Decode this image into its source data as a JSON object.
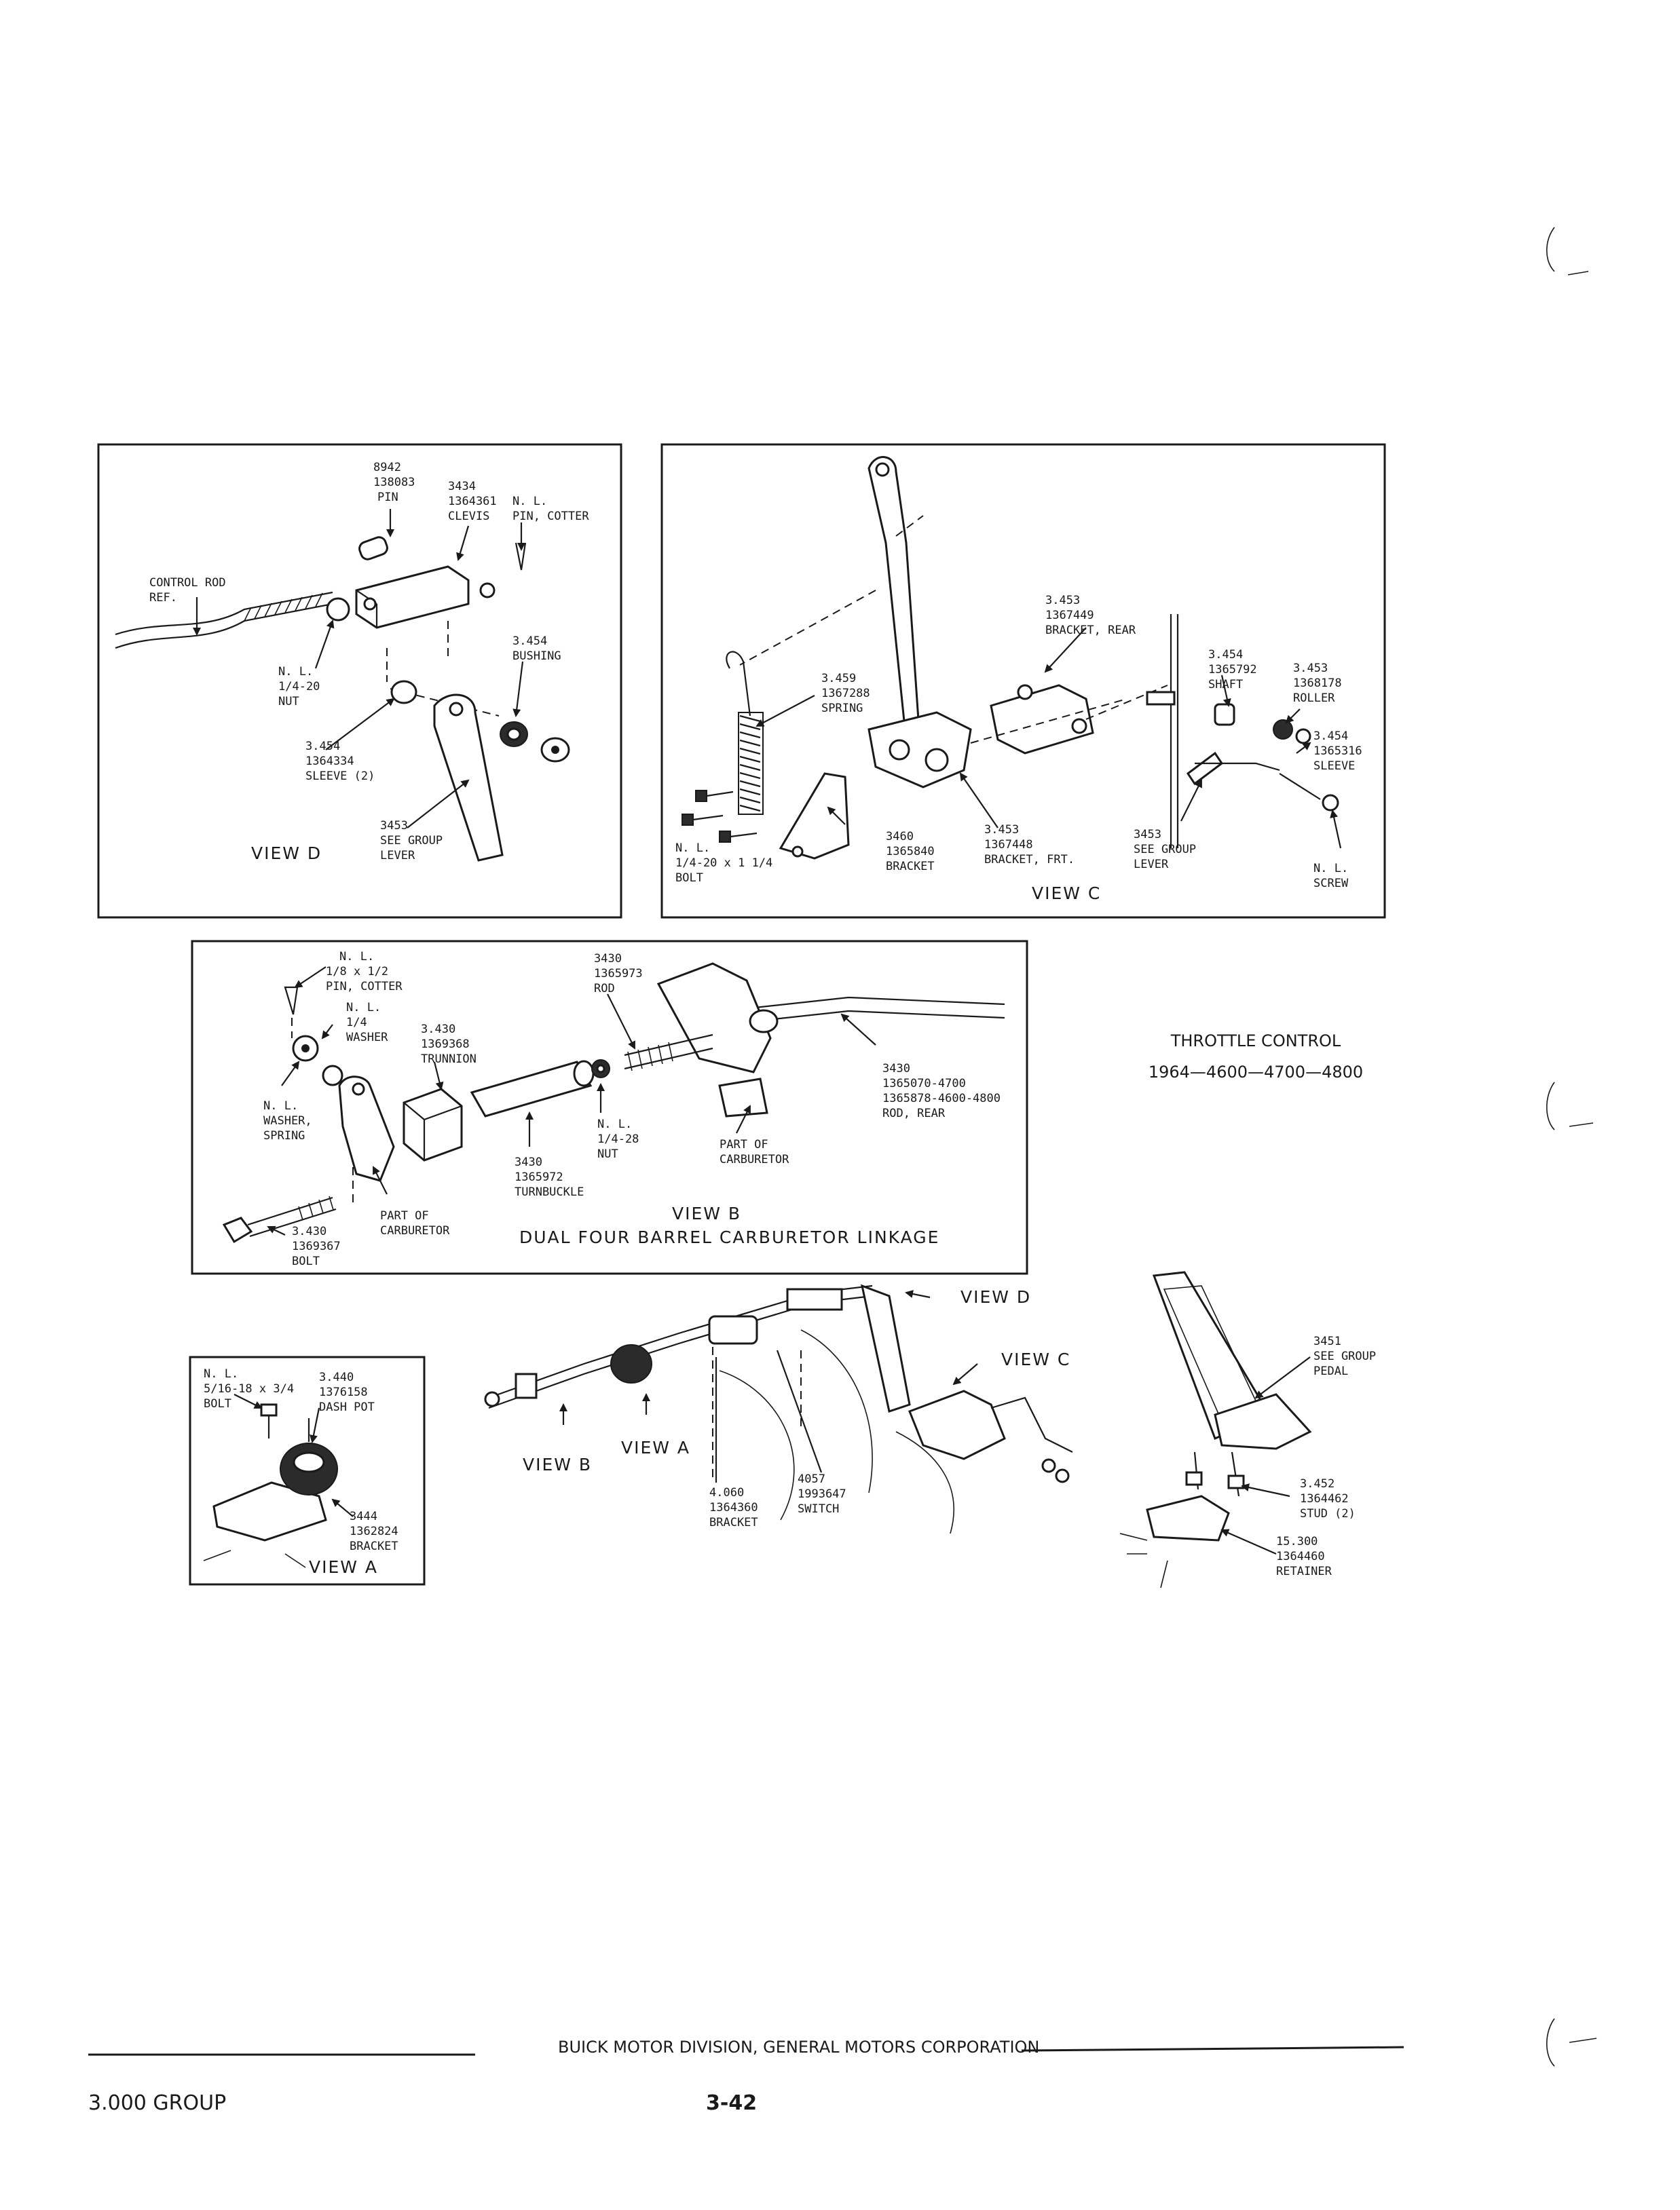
{
  "title_block": {
    "line1": "THROTTLE CONTROL",
    "line2": "1964—4600—4700—4800"
  },
  "view_d": {
    "title": "VIEW D",
    "labels": [
      [
        "8942",
        "138083",
        "PIN"
      ],
      [
        "3434",
        "1364361",
        "CLEVIS"
      ],
      [
        "N. L.",
        "PIN, COTTER"
      ],
      [
        "CONTROL ROD",
        "REF."
      ],
      [
        "3.454",
        "BUSHING"
      ],
      [
        "N. L.",
        "1/4-20",
        "NUT"
      ],
      [
        "3.454",
        "1364334",
        "SLEEVE (2)"
      ],
      [
        "3453",
        "SEE GROUP",
        "LEVER"
      ]
    ]
  },
  "view_c": {
    "title": "VIEW C",
    "labels": [
      [
        "3.453",
        "1367449",
        "BRACKET, REAR"
      ],
      [
        "3.459",
        "1367288",
        "SPRING"
      ],
      [
        "3.454",
        "1365792",
        "SHAFT"
      ],
      [
        "3.453",
        "1368178",
        "ROLLER"
      ],
      [
        "3.454",
        "1365316",
        "SLEEVE"
      ],
      [
        "N. L.",
        "1/4-20 x 1 1/4",
        "BOLT"
      ],
      [
        "3460",
        "1365840",
        "BRACKET"
      ],
      [
        "3.453",
        "1367448",
        "BRACKET, FRT."
      ],
      [
        "3453",
        "SEE GROUP",
        "LEVER"
      ],
      [
        "N. L.",
        "SCREW"
      ]
    ]
  },
  "view_b": {
    "title": "VIEW B",
    "subtitle": "DUAL FOUR BARREL CARBURETOR LINKAGE",
    "labels": [
      [
        "N. L.",
        "1/8 x 1/2",
        "PIN, COTTER"
      ],
      [
        "N. L.",
        "1/4",
        "WASHER"
      ],
      [
        "3.430",
        "1369368",
        "TRUNNION"
      ],
      [
        "N. L.",
        "WASHER,",
        "SPRING"
      ],
      [
        "3430",
        "1365973",
        "ROD"
      ],
      [
        "3430",
        "1365070-4700",
        "1365878-4600-4800",
        "ROD, REAR"
      ],
      [
        "N. L.",
        "1/4-28",
        "NUT"
      ],
      [
        "PART OF",
        "CARBURETOR"
      ],
      [
        "3430",
        "1365972",
        "TURNBUCKLE"
      ],
      [
        "PART OF",
        "CARBURETOR"
      ],
      [
        "3.430",
        "1369367",
        "BOLT"
      ]
    ]
  },
  "view_a": {
    "title": "VIEW A",
    "labels": [
      [
        "N. L.",
        "5/16-18 x 3/4",
        "BOLT"
      ],
      [
        "3.440",
        "1376158",
        "DASH POT"
      ],
      [
        "3444",
        "1362824",
        "BRACKET"
      ]
    ]
  },
  "overview": {
    "view_d": "VIEW D",
    "view_c": "VIEW C",
    "view_b": "VIEW B",
    "view_a": "VIEW A",
    "labels": [
      [
        "4.060",
        "1364360",
        "BRACKET"
      ],
      [
        "4057",
        "1993647",
        "SWITCH"
      ]
    ]
  },
  "pedal": {
    "labels": [
      [
        "3451",
        "SEE GROUP",
        "PEDAL"
      ],
      [
        "3.452",
        "1364462",
        "STUD (2)"
      ],
      [
        "15.300",
        "1364460",
        "RETAINER"
      ]
    ]
  },
  "footer": {
    "company": "BUICK MOTOR DIVISION, GENERAL MOTORS CORPORATION",
    "group": "3.000 GROUP",
    "page": "3-42"
  }
}
